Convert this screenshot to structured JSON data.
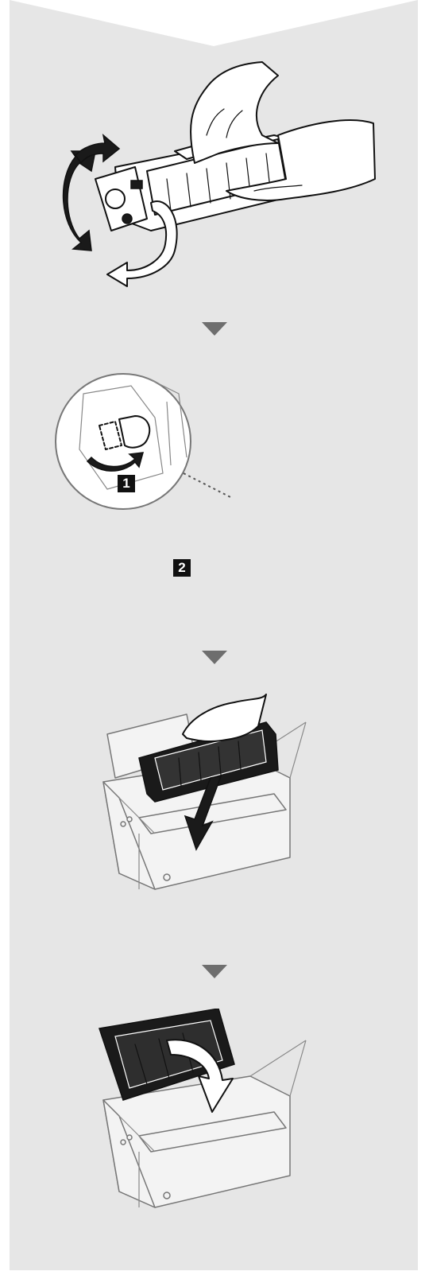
{
  "colors": {
    "panel_background": "#e6e6e6",
    "page_background": "#ffffff",
    "step_arrow": "#6e6e6e",
    "ink": "#111111"
  },
  "steps": [
    {
      "illustration": "shake-toner-cartridge",
      "icon": "rotate-arrows-icon"
    },
    {
      "illustration": "pull-out-sealing-tape",
      "icon": "pull-arrow-icon",
      "callouts": [
        {
          "label": "1"
        },
        {
          "label": "2"
        }
      ]
    },
    {
      "illustration": "insert-cartridge-into-printer",
      "icon": "down-arrow-icon"
    },
    {
      "illustration": "close-printer-cover",
      "icon": "curved-down-arrow-icon"
    }
  ],
  "separators": [
    "down-triangle",
    "down-triangle",
    "down-triangle"
  ]
}
